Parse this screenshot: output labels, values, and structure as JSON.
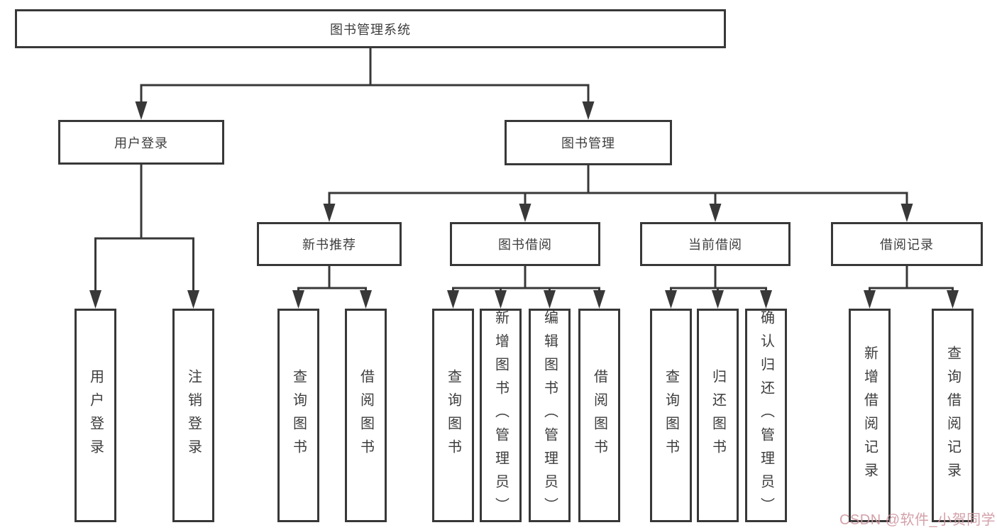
{
  "diagram": {
    "title": "图书管理系统",
    "nodes": {
      "root": {
        "label": "图书管理系统"
      },
      "level2": [
        {
          "label": "用户登录"
        },
        {
          "label": "图书管理"
        }
      ],
      "level3": [
        {
          "label": "新书推荐",
          "parent": "图书管理"
        },
        {
          "label": "图书借阅",
          "parent": "图书管理"
        },
        {
          "label": "当前借阅",
          "parent": "图书管理"
        },
        {
          "label": "借阅记录",
          "parent": "图书管理"
        }
      ],
      "leaves": [
        {
          "label": "用户登录",
          "parent": "用户登录"
        },
        {
          "label": "注销登录",
          "parent": "用户登录"
        },
        {
          "label": "查询图书",
          "parent": "新书推荐"
        },
        {
          "label": "借阅图书",
          "parent": "新书推荐"
        },
        {
          "label": "查询图书",
          "parent": "图书借阅"
        },
        {
          "label": "新增图书（管理员）",
          "parent": "图书借阅"
        },
        {
          "label": "编辑图书（管理员）",
          "parent": "图书借阅"
        },
        {
          "label": "借阅图书",
          "parent": "图书借阅"
        },
        {
          "label": "查询图书",
          "parent": "当前借阅"
        },
        {
          "label": "归还图书",
          "parent": "当前借阅"
        },
        {
          "label": "确认归还（管理员）",
          "parent": "当前借阅"
        },
        {
          "label": "新增借阅记录",
          "parent": "借阅记录"
        },
        {
          "label": "查询借阅记录",
          "parent": "借阅记录"
        }
      ]
    }
  },
  "watermark": {
    "text": "CSDN @软件_小贺同学",
    "color": "#cf97a1"
  },
  "colors": {
    "line": "#383838",
    "text": "#3d3d3d",
    "box_fill": "#ffffff",
    "background": "#ffffff"
  }
}
